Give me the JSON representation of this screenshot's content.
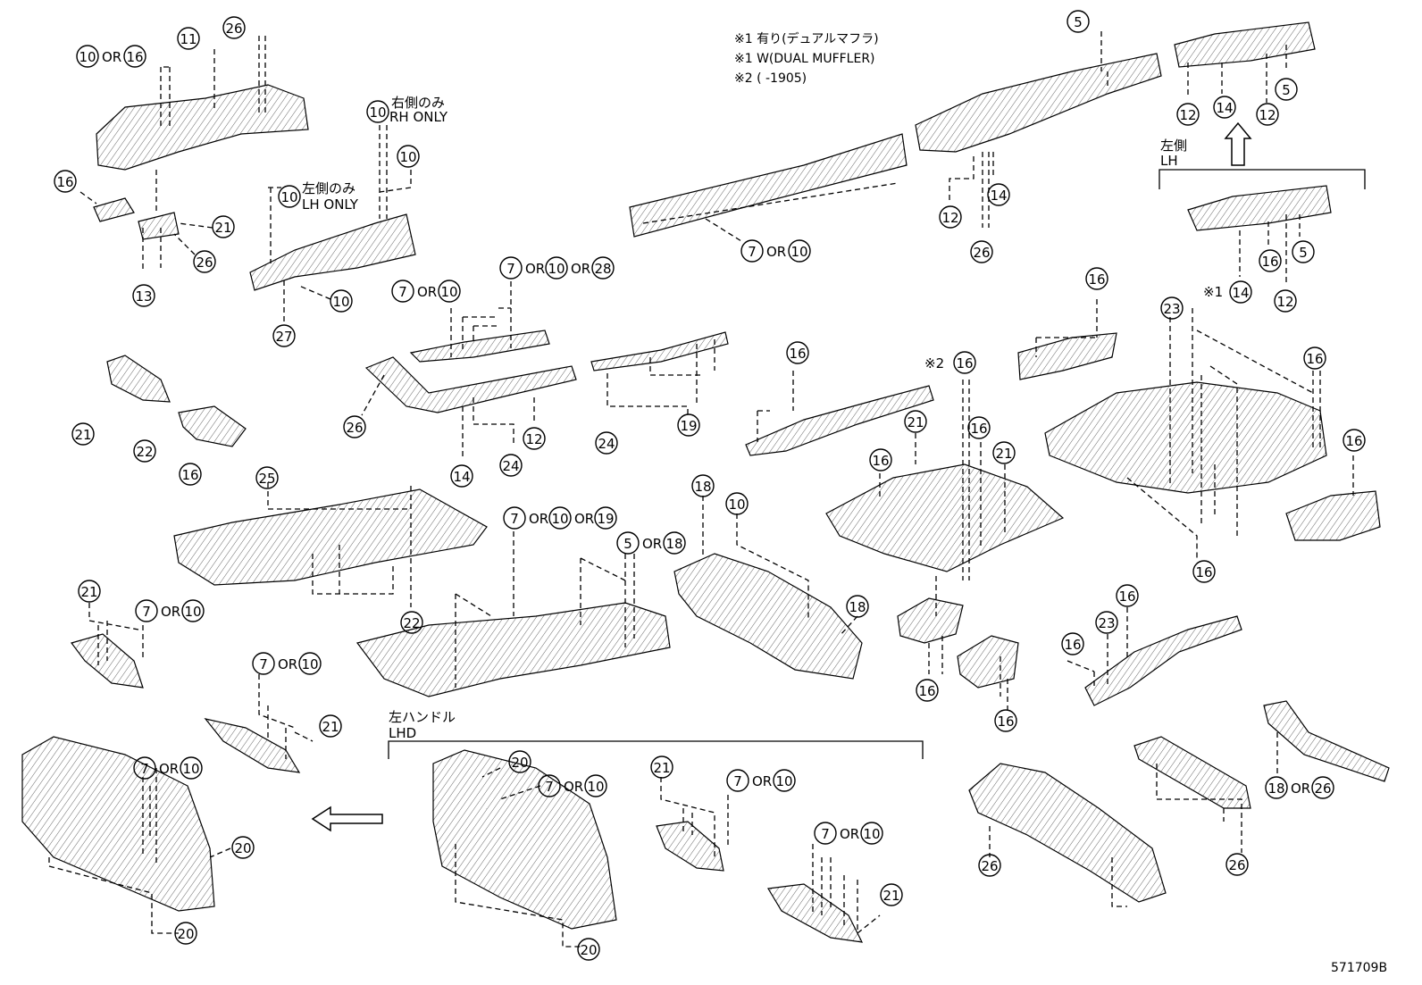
{
  "notes": {
    "n1_ja": "※1 有り(デュアルマフラ)",
    "n1_en": "※1 W(DUAL MUFFLER)",
    "n2": "※2 (        -1905)",
    "rh_only_ja": "右側のみ",
    "rh_only_en": "RH ONLY",
    "lh_only_ja": "左側のみ",
    "lh_only_en": "LH ONLY",
    "lh_side_ja": "左側",
    "lh_side_en": "LH",
    "lhd_ja": "左ハンドル",
    "lhd_en": "LHD",
    "star1": "※1",
    "star2": "※2",
    "or_word": "OR",
    "diagram_code": "571709B"
  },
  "labels": {
    "p5": "5",
    "p7": "7",
    "p10": "10",
    "p11": "11",
    "p12": "12",
    "p13": "13",
    "p14": "14",
    "p16": "16",
    "p18": "18",
    "p19": "19",
    "p20": "20",
    "p21": "21",
    "p22": "22",
    "p23": "23",
    "p24": "24",
    "p25": "25",
    "p26": "26",
    "p27": "27",
    "p28": "28"
  },
  "colors": {
    "ink": "#000000",
    "paper": "#ffffff"
  }
}
